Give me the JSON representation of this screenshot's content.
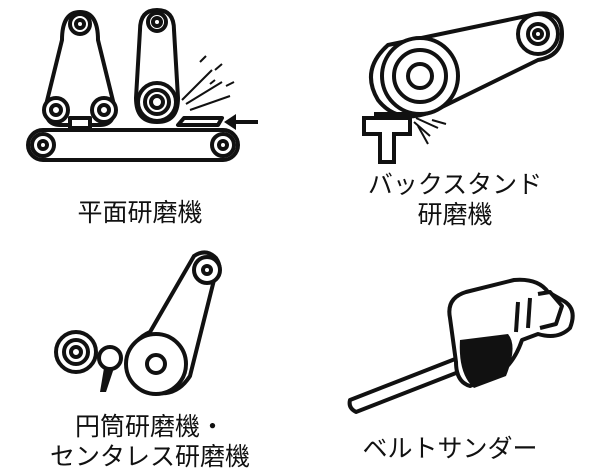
{
  "panels": [
    {
      "id": "surface",
      "label_lines": [
        "平面研磨機"
      ]
    },
    {
      "id": "backstand",
      "label_lines": [
        "バックスタンド",
        "研磨機"
      ]
    },
    {
      "id": "cylindrical",
      "label_lines": [
        "円筒研磨機・",
        "センタレス研磨機"
      ]
    },
    {
      "id": "beltsander",
      "label_lines": [
        "ベルトサンダー"
      ]
    }
  ],
  "colors": {
    "stroke": "#111111",
    "fill": "#ffffff",
    "dark": "#111111"
  },
  "icons": [
    "arrow-left-icon",
    "spark-icon"
  ]
}
